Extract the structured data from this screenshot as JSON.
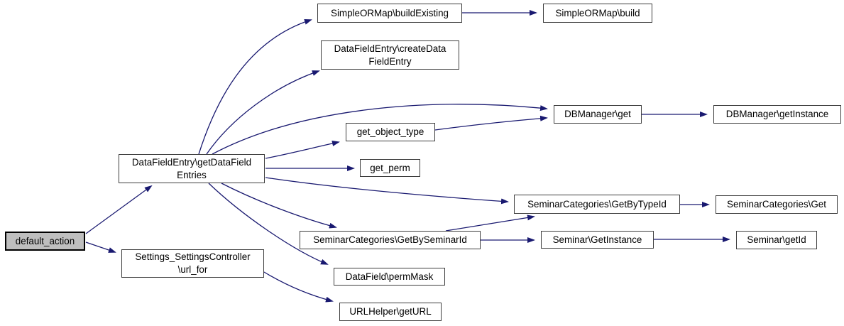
{
  "diagram": {
    "type": "call-graph",
    "background_color": "#ffffff",
    "edge_color": "#191970",
    "node_border_color": "#3d3d3d",
    "node_fill_color": "#ffffff",
    "highlight_fill_color": "#bfbfbf",
    "nodes": [
      {
        "id": "default_action",
        "label": "default_action",
        "highlighted": true
      },
      {
        "id": "getDataFieldEntries",
        "label": "DataFieldEntry\\getDataField\nEntries"
      },
      {
        "id": "url_for",
        "label": "Settings_SettingsController\n\\url_for"
      },
      {
        "id": "buildExisting",
        "label": "SimpleORMap\\buildExisting"
      },
      {
        "id": "build",
        "label": "SimpleORMap\\build"
      },
      {
        "id": "createDataFieldEntry",
        "label": "DataFieldEntry\\createData\nFieldEntry"
      },
      {
        "id": "DBManager_get",
        "label": "DBManager\\get"
      },
      {
        "id": "DBManager_getInstance",
        "label": "DBManager\\getInstance"
      },
      {
        "id": "get_object_type",
        "label": "get_object_type"
      },
      {
        "id": "get_perm",
        "label": "get_perm"
      },
      {
        "id": "GetByTypeId",
        "label": "SeminarCategories\\GetByTypeId"
      },
      {
        "id": "SeminarCategories_Get",
        "label": "SeminarCategories\\Get"
      },
      {
        "id": "GetBySeminarId",
        "label": "SeminarCategories\\GetBySeminarId"
      },
      {
        "id": "Seminar_GetInstance",
        "label": "Seminar\\GetInstance"
      },
      {
        "id": "Seminar_getId",
        "label": "Seminar\\getId"
      },
      {
        "id": "permMask",
        "label": "DataField\\permMask"
      },
      {
        "id": "getURL",
        "label": "URLHelper\\getURL"
      }
    ],
    "edges": [
      {
        "from": "default_action",
        "to": "getDataFieldEntries"
      },
      {
        "from": "default_action",
        "to": "url_for"
      },
      {
        "from": "getDataFieldEntries",
        "to": "buildExisting"
      },
      {
        "from": "getDataFieldEntries",
        "to": "createDataFieldEntry"
      },
      {
        "from": "getDataFieldEntries",
        "to": "DBManager_get"
      },
      {
        "from": "getDataFieldEntries",
        "to": "get_object_type"
      },
      {
        "from": "getDataFieldEntries",
        "to": "get_perm"
      },
      {
        "from": "getDataFieldEntries",
        "to": "GetByTypeId"
      },
      {
        "from": "getDataFieldEntries",
        "to": "GetBySeminarId"
      },
      {
        "from": "getDataFieldEntries",
        "to": "permMask"
      },
      {
        "from": "url_for",
        "to": "getURL"
      },
      {
        "from": "buildExisting",
        "to": "build"
      },
      {
        "from": "get_object_type",
        "to": "DBManager_get"
      },
      {
        "from": "DBManager_get",
        "to": "DBManager_getInstance"
      },
      {
        "from": "GetByTypeId",
        "to": "SeminarCategories_Get"
      },
      {
        "from": "GetBySeminarId",
        "to": "GetByTypeId"
      },
      {
        "from": "GetBySeminarId",
        "to": "Seminar_GetInstance"
      },
      {
        "from": "Seminar_GetInstance",
        "to": "Seminar_getId"
      }
    ]
  }
}
